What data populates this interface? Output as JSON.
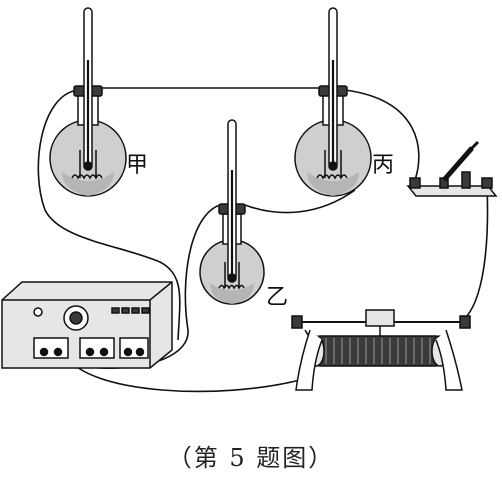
{
  "labels": {
    "flask_jia": "甲",
    "flask_bing": "丙",
    "flask_yi": "乙"
  },
  "caption": "（第 5 题图）",
  "colors": {
    "line": "#111111",
    "flask_fill": "#cfcfcf",
    "liquid_fill": "#b5b5b5",
    "device_fill": "#e6e6e6",
    "coil_fill": "#3a3a3a"
  }
}
